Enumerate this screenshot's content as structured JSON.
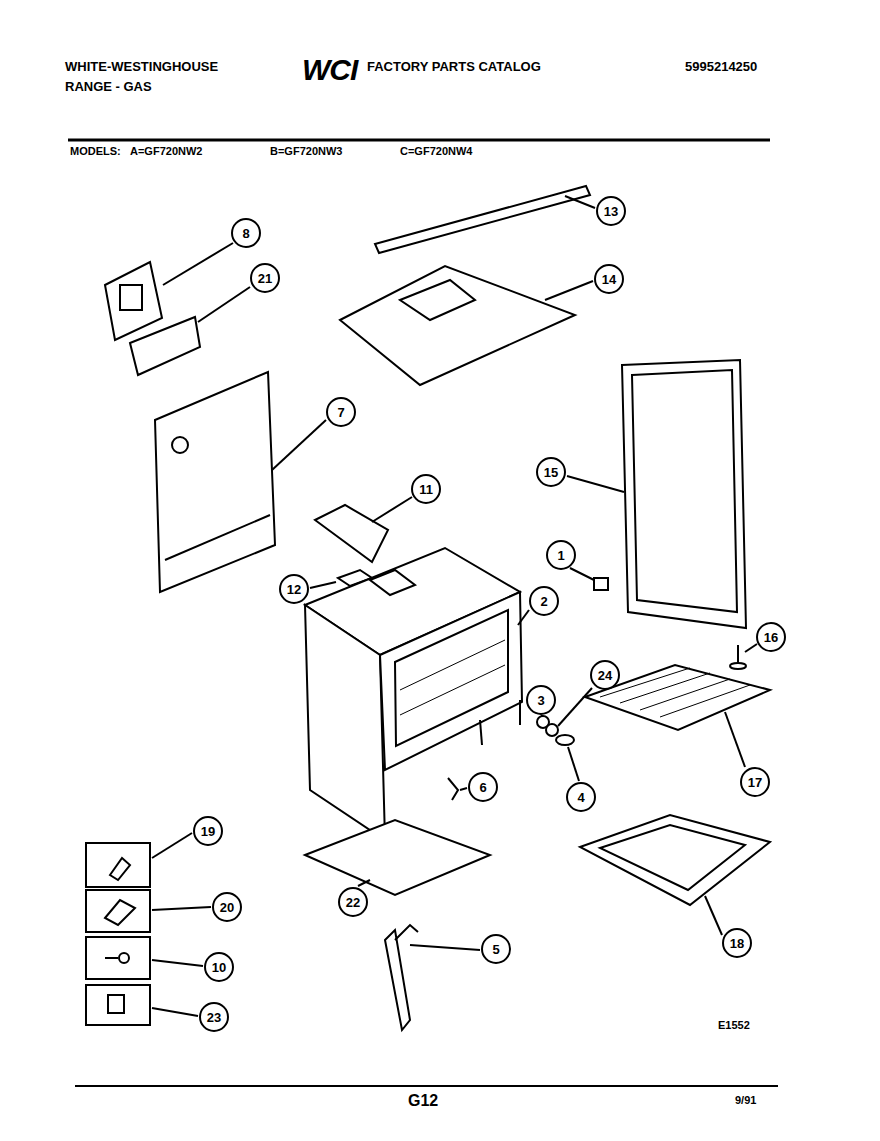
{
  "diagram": {
    "nodes": [
      {
        "text": [
          "13"
        ]
      },
      {
        "text": [
          "8"
        ]
      },
      {
        "text": [
          "21"
        ]
      },
      {
        "text": [
          "14"
        ]
      },
      {
        "text": [
          "7"
        ]
      },
      {
        "text": [
          "15"
        ]
      },
      {
        "text": [
          "11"
        ]
      },
      {
        "text": [
          "1"
        ]
      },
      {
        "text": [
          "12"
        ]
      },
      {
        "text": [
          "2"
        ]
      },
      {
        "text": [
          "16"
        ]
      },
      {
        "text": [
          "24"
        ]
      },
      {
        "text": [
          "3"
        ]
      },
      {
        "text": [
          "17"
        ]
      },
      {
        "text": [
          "6"
        ]
      },
      {
        "text": [
          "4"
        ]
      },
      {
        "text": [
          "19"
        ]
      },
      {
        "text": [
          "22"
        ]
      },
      {
        "text": [
          "20"
        ]
      },
      {
        "text": [
          "18"
        ]
      },
      {
        "text": [
          "5"
        ]
      },
      {
        "text": [
          "10"
        ]
      },
      {
        "text": [
          "23"
        ]
      }
    ],
    "labels": [
      "WHITE-WESTINGHOUSE",
      "RANGE - GAS",
      "WCI",
      "FACTORY PARTS CATALOG",
      "5995214250",
      "MODELS:",
      "A=GF720NW2",
      "B=GF720NW3",
      "C=GF720NW4",
      "E1552",
      "G12",
      "9/91"
    ]
  }
}
